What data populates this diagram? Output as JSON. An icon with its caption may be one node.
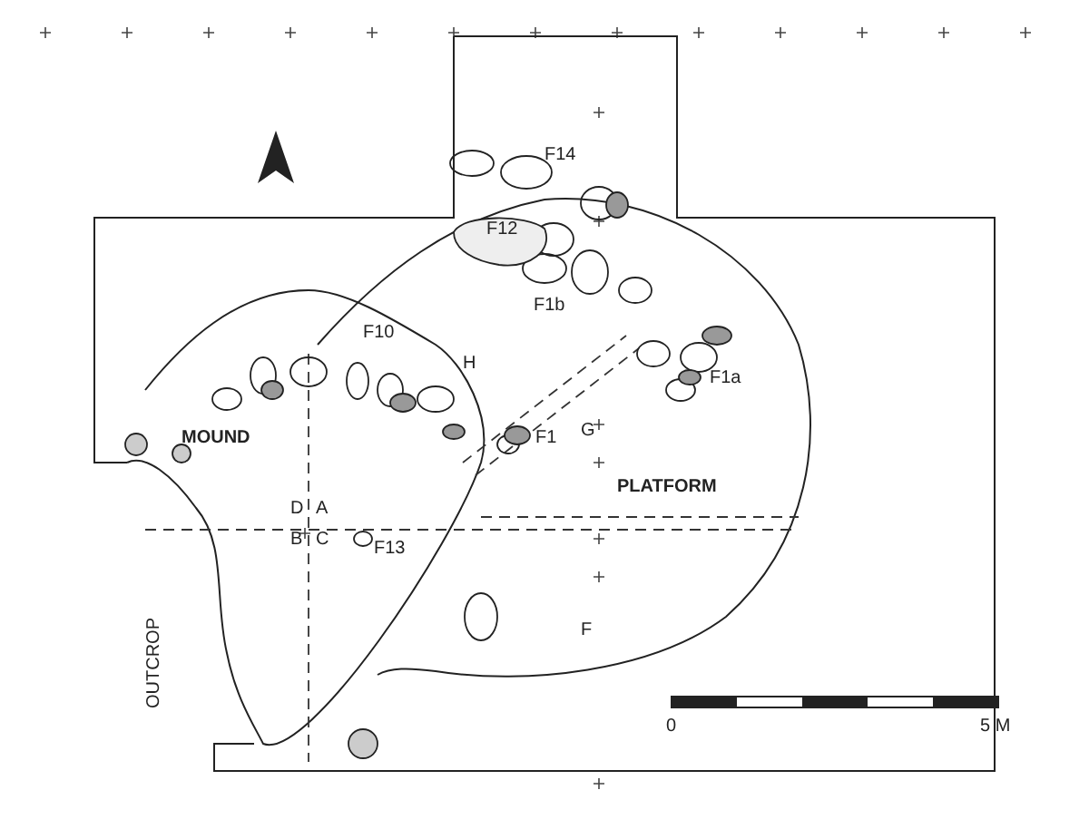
{
  "diagram": {
    "labels": [
      "F14",
      "F12",
      "F10",
      "F1b",
      "H",
      "F1a",
      "MOUND",
      "F1",
      "G",
      "D",
      "A",
      "PLATFORM",
      "B",
      "C",
      "F13",
      "F",
      "OUTCROP",
      "0",
      "5 M"
    ]
  }
}
